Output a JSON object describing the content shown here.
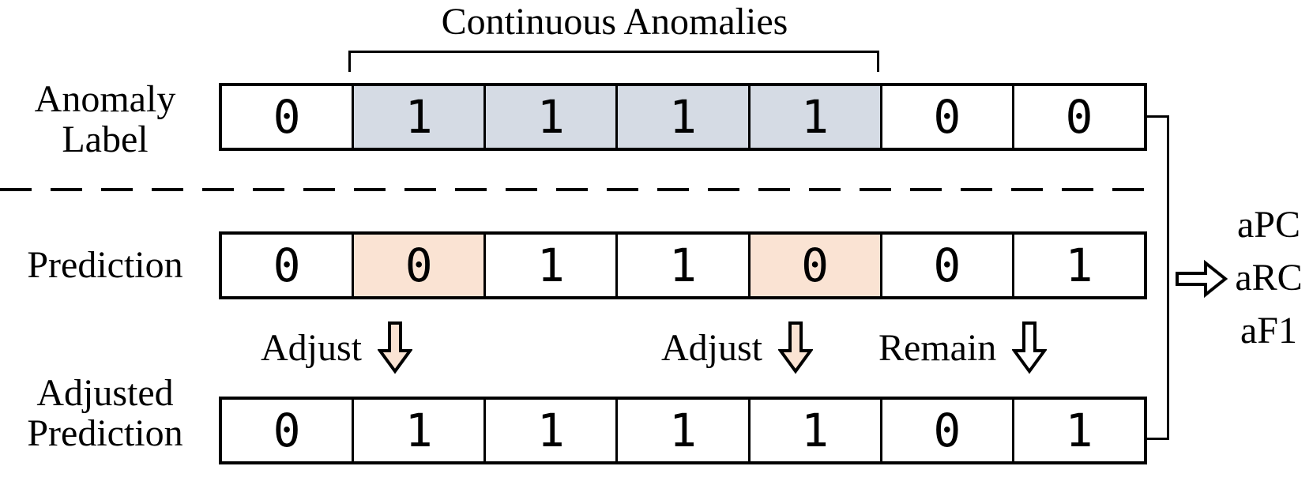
{
  "title": "Continuous Anomalies",
  "colors": {
    "anomaly_fill": "#d5dbe4",
    "adjust_fill": "#fae3d3",
    "plain_fill": "#ffffff",
    "line": "#000000"
  },
  "rows": [
    {
      "label": "Anomaly\nLabel",
      "cells": [
        {
          "v": "0",
          "bg": "#ffffff"
        },
        {
          "v": "1",
          "bg": "#d5dbe4"
        },
        {
          "v": "1",
          "bg": "#d5dbe4"
        },
        {
          "v": "1",
          "bg": "#d5dbe4"
        },
        {
          "v": "1",
          "bg": "#d5dbe4"
        },
        {
          "v": "0",
          "bg": "#ffffff"
        },
        {
          "v": "0",
          "bg": "#ffffff"
        }
      ]
    },
    {
      "label": "Prediction",
      "cells": [
        {
          "v": "0",
          "bg": "#ffffff"
        },
        {
          "v": "0",
          "bg": "#fae3d3"
        },
        {
          "v": "1",
          "bg": "#ffffff"
        },
        {
          "v": "1",
          "bg": "#ffffff"
        },
        {
          "v": "0",
          "bg": "#fae3d3"
        },
        {
          "v": "0",
          "bg": "#ffffff"
        },
        {
          "v": "1",
          "bg": "#ffffff"
        }
      ]
    },
    {
      "label": "Adjusted\nPrediction",
      "cells": [
        {
          "v": "0",
          "bg": "#ffffff"
        },
        {
          "v": "1",
          "bg": "#ffffff"
        },
        {
          "v": "1",
          "bg": "#ffffff"
        },
        {
          "v": "1",
          "bg": "#ffffff"
        },
        {
          "v": "1",
          "bg": "#ffffff"
        },
        {
          "v": "0",
          "bg": "#ffffff"
        },
        {
          "v": "1",
          "bg": "#ffffff"
        }
      ]
    }
  ],
  "operations": [
    {
      "label": "Adjust",
      "arrow": "down-block-arrow",
      "arrow_fill": "#fae3d3"
    },
    {
      "label": "Adjust",
      "arrow": "down-block-arrow",
      "arrow_fill": "#fae3d3"
    },
    {
      "label": "Remain",
      "arrow": "down-block-arrow",
      "arrow_fill": "#ffffff"
    }
  ],
  "metrics": [
    "aPC",
    "aRC",
    "aF1"
  ]
}
